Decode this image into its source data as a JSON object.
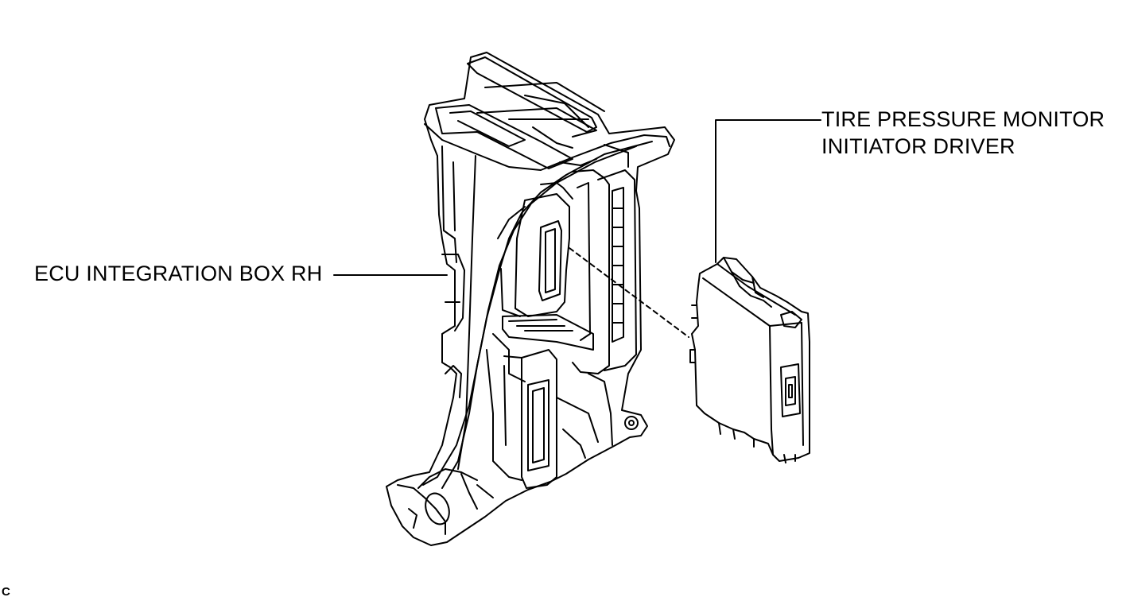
{
  "labels": {
    "ecu_box": "ECU INTEGRATION BOX RH",
    "tpms_line1": "TIRE PRESSURE MONITOR",
    "tpms_line2": "INITIATOR DRIVER"
  },
  "figure_code": "C",
  "colors": {
    "line": "#000000",
    "background": "#ffffff"
  }
}
